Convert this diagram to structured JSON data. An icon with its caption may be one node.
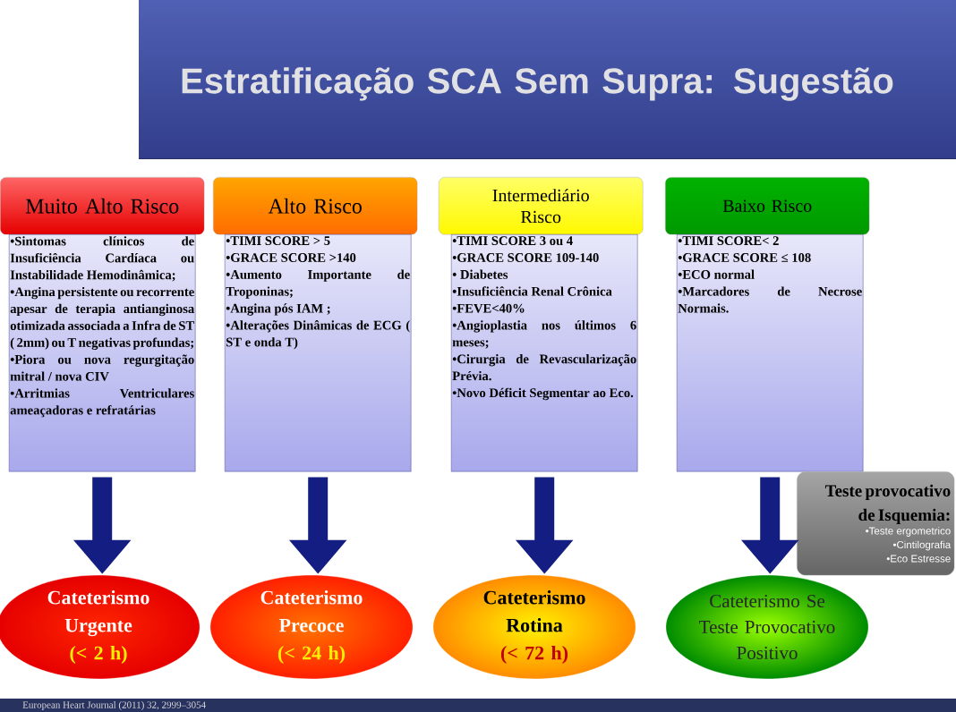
{
  "diagram": {
    "title": "Estratificação SCA Sem Supra: Sugestão",
    "nodes": [
      {
        "text": [
          "Muito Alto Risco"
        ]
      },
      {
        "text": [
          "Alto Risco"
        ]
      },
      {
        "text": [
          "Intermediário Risco"
        ]
      },
      {
        "text": [
          "Baixo Risco"
        ]
      },
      {
        "text": [
          "•Sintomas clínicos de Insuficiência Cardíaca ou Instabilidade Hemodinâmica;",
          "•Angina persistente ou recorrente apesar de terapia antianginosa otimizada associada a Infra de ST ( 2mm) ou T negativas profundas;",
          "•Piora ou nova regurgitação mitral / nova CIV",
          "•Arritmias Ventriculares ameaçadoras e refratárias"
        ]
      },
      {
        "text": [
          "•TIMI SCORE > 5",
          "•GRACE SCORE >140",
          "•Aumento Importante de Troponinas;",
          "•Angina pós IAM ;",
          "•Alterações Dinâmicas de ECG ( ST e onda T)"
        ]
      },
      {
        "text": [
          "•TIMI SCORE 3 ou 4",
          "•GRACE SCORE 109-140",
          "• Diabetes",
          "•Insuficiência Renal Crônica",
          "•FEVE<40%",
          "•Angioplastia nos últimos 6 meses;",
          "•Cirurgia de Revascularização Prévia.",
          "•Novo Déficit Segmentar ao Eco."
        ]
      },
      {
        "text": [
          "•TIMI SCORE< 2",
          "•GRACE SCORE ≤ 108",
          "•ECO normal",
          "•Marcadores de Necrose Normais."
        ]
      },
      {
        "text": [
          "Teste provocativo de Isquemia:",
          "•Teste ergometrico",
          "•Cintilografia",
          "•Eco Estresse"
        ]
      },
      {
        "text": [
          "Cateterismo Urgente",
          "(< 2 h)"
        ]
      },
      {
        "text": [
          "Cateterismo Precoce",
          "(< 24 h)"
        ]
      },
      {
        "text": [
          "Cateterismo Rotina",
          "(< 72 h)"
        ]
      },
      {
        "text": [
          "Cateterismo Se Teste Provocativo Positivo"
        ]
      }
    ],
    "edges": [
      {
        "from": 4,
        "to": 9,
        "arrow": "to"
      },
      {
        "from": 5,
        "to": 10,
        "arrow": "to"
      },
      {
        "from": 6,
        "to": 11,
        "arrow": "to"
      },
      {
        "from": 7,
        "to": 12,
        "arrow": "to"
      }
    ],
    "labels": [
      "European Heart Journal (2011) 32, 2999–3054"
    ]
  }
}
